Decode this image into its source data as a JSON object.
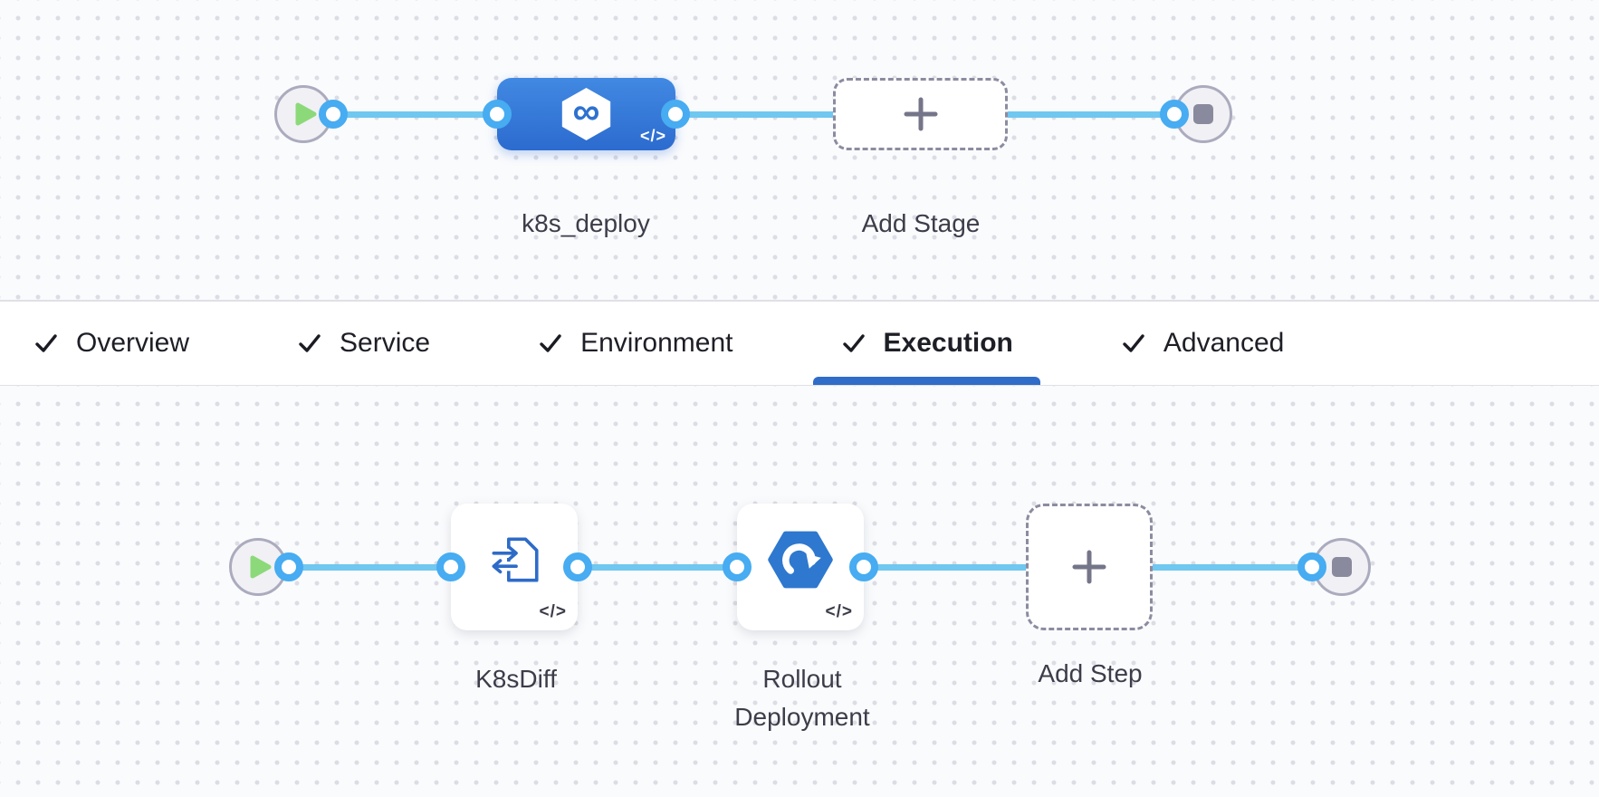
{
  "colors": {
    "canvas_bg": "#FAFBFD",
    "dot": "#DCDCE4",
    "edge": "#70C7F0",
    "port_ring": "#47ACF1",
    "stage_blue_top": "#4189E2",
    "stage_blue_bottom": "#2C6BCF",
    "icon_blue": "#2E71D0",
    "step_icon_blue": "#2E6BC8",
    "rollout_blue": "#2E78CF",
    "dashed_border": "#8C8CA0",
    "plus": "#75758A",
    "label": "#3C3D49",
    "tab_text": "#1E1F26",
    "underline": "#2F6DC9",
    "play": "#8CD97A",
    "stop": "#8A8A9E",
    "terminal_fill": "#F1F0F5",
    "terminal_border": "#ABABBE",
    "tabbar_border": "#E0E0E6"
  },
  "stage_graph": {
    "nodes": [
      {
        "name": "pipeline-start",
        "icon": "play-icon"
      },
      {
        "name": "stage-k8s-deploy",
        "label": "k8s_deploy",
        "icon": "harness-stage-icon",
        "code": "</>"
      },
      {
        "name": "add-stage",
        "label": "Add Stage",
        "icon": "plus-icon"
      },
      {
        "name": "pipeline-end",
        "icon": "stop-icon"
      }
    ]
  },
  "tab_bar": {
    "tabs": [
      {
        "label": "Overview",
        "checked": true,
        "active": false
      },
      {
        "label": "Service",
        "checked": true,
        "active": false
      },
      {
        "label": "Environment",
        "checked": true,
        "active": false
      },
      {
        "label": "Execution",
        "checked": true,
        "active": true
      },
      {
        "label": "Advanced",
        "checked": true,
        "active": false
      }
    ]
  },
  "step_graph": {
    "nodes": [
      {
        "name": "execution-start",
        "icon": "play-icon"
      },
      {
        "name": "step-k8sdiff",
        "label": "K8sDiff",
        "icon": "k8s-diff-icon",
        "code": "</>"
      },
      {
        "name": "step-rollout-deployment",
        "label": "Rollout Deployment",
        "icon": "rollout-deployment-icon",
        "code": "</>"
      },
      {
        "name": "add-step",
        "label": "Add Step",
        "icon": "plus-icon"
      },
      {
        "name": "execution-end",
        "icon": "stop-icon"
      }
    ]
  }
}
